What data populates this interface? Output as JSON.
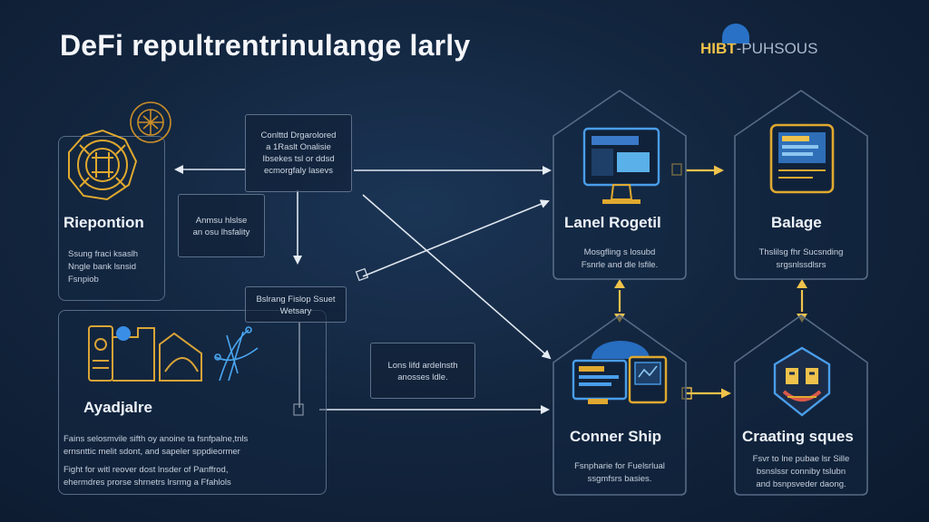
{
  "title": "DeFi repultrentrinulange larly",
  "brand": {
    "part1": "HIBT",
    "part2": "-PUHSOUS"
  },
  "colors": {
    "background": "#13263f",
    "accent": "#f0c24b",
    "line": "#dfe6ef",
    "panel_border": "#566b86"
  },
  "left_panels": {
    "top": {
      "icon": "ornate-gold-emblem-icon",
      "heading": "Riepontion",
      "desc": [
        "Ssung fraci ksaslh",
        "Nngle bank lsnsid",
        "Fsnpiob"
      ]
    },
    "bottom": {
      "icon": "data-chart-icon",
      "heading": "Ayadjalre",
      "desc1": [
        "Fains selosmvile sifth oy anoine ta fsnfpalne,tnls",
        "ernsnttic melit sdont, and sapeler sppdieormer"
      ],
      "desc2": [
        "Fight for witl reover dost lnsder of Panffrod,",
        "ehermdres prorse shrnetrs lrsrmg a Ffahlols"
      ]
    }
  },
  "notes": {
    "top": [
      "Conlttd Drgarolored",
      "a 1Raslt Onalisie",
      "Ibsekes tsl or ddsd",
      "ecmorgfaly lasevs"
    ],
    "middle": [
      "Anmsu hlslse",
      "an osu lhsfality"
    ],
    "lower": [
      "Bslrang Fislop Ssuet",
      "Wetsary"
    ],
    "center": [
      "Lons lifd ardelnsth",
      "anosses ldle."
    ]
  },
  "cards": [
    {
      "id": "lanel-rogetil",
      "icon": "monitor-icon",
      "heading": "Lanel Rogetil",
      "desc": [
        "Mosgfling s losubd",
        "Fsnrle and dle lsfile."
      ]
    },
    {
      "id": "balage",
      "icon": "tablet-icon",
      "heading": "Balage",
      "desc": [
        "Thslilsg fhr Sucsnding",
        "srgsnlssdlsrs"
      ]
    },
    {
      "id": "conner-ship",
      "icon": "computer-desk-icon",
      "heading": "Conner Ship",
      "desc": [
        "Fsnpharie for Fuelsrlual",
        "ssgmfsrs basies."
      ]
    },
    {
      "id": "craating-sques",
      "icon": "tribal-mask-icon",
      "heading": "Craating sques",
      "desc": [
        "Fsvr to lne pubae lsr Sille",
        "bsnslssr conniby tslubn",
        "and bsnpsveder daong."
      ]
    }
  ]
}
